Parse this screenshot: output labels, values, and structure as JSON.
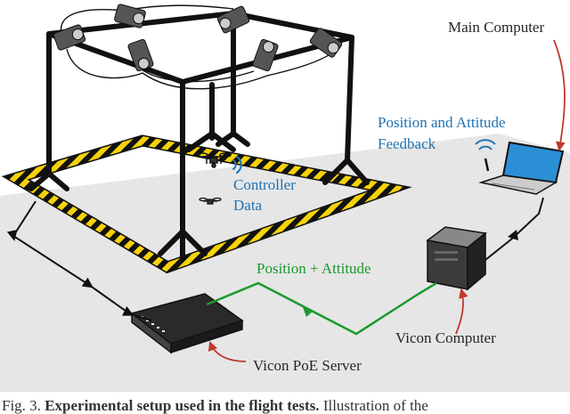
{
  "labels": {
    "main_computer": "Main Computer",
    "feedback_line1": "Position and Attitude",
    "feedback_line2": "Feedback",
    "controller_line1": "Controller",
    "controller_line2": "Data",
    "position_attitude": "Position + Attitude",
    "vicon_computer": "Vicon Computer",
    "vicon_server": "Vicon PoE Server"
  },
  "caption": {
    "prefix": "Fig. 3.",
    "bold": "Experimental setup used in the flight tests.",
    "rest": " Illustration of the"
  },
  "colors": {
    "floor": "#e6e6e6",
    "frame": "#111111",
    "hazard_yellow": "#f5d20a",
    "link_green": "#1a9a2e",
    "label_blue": "#1f73b3",
    "annotation_red": "#c0392b",
    "wireless_blue": "#1f73b3"
  }
}
